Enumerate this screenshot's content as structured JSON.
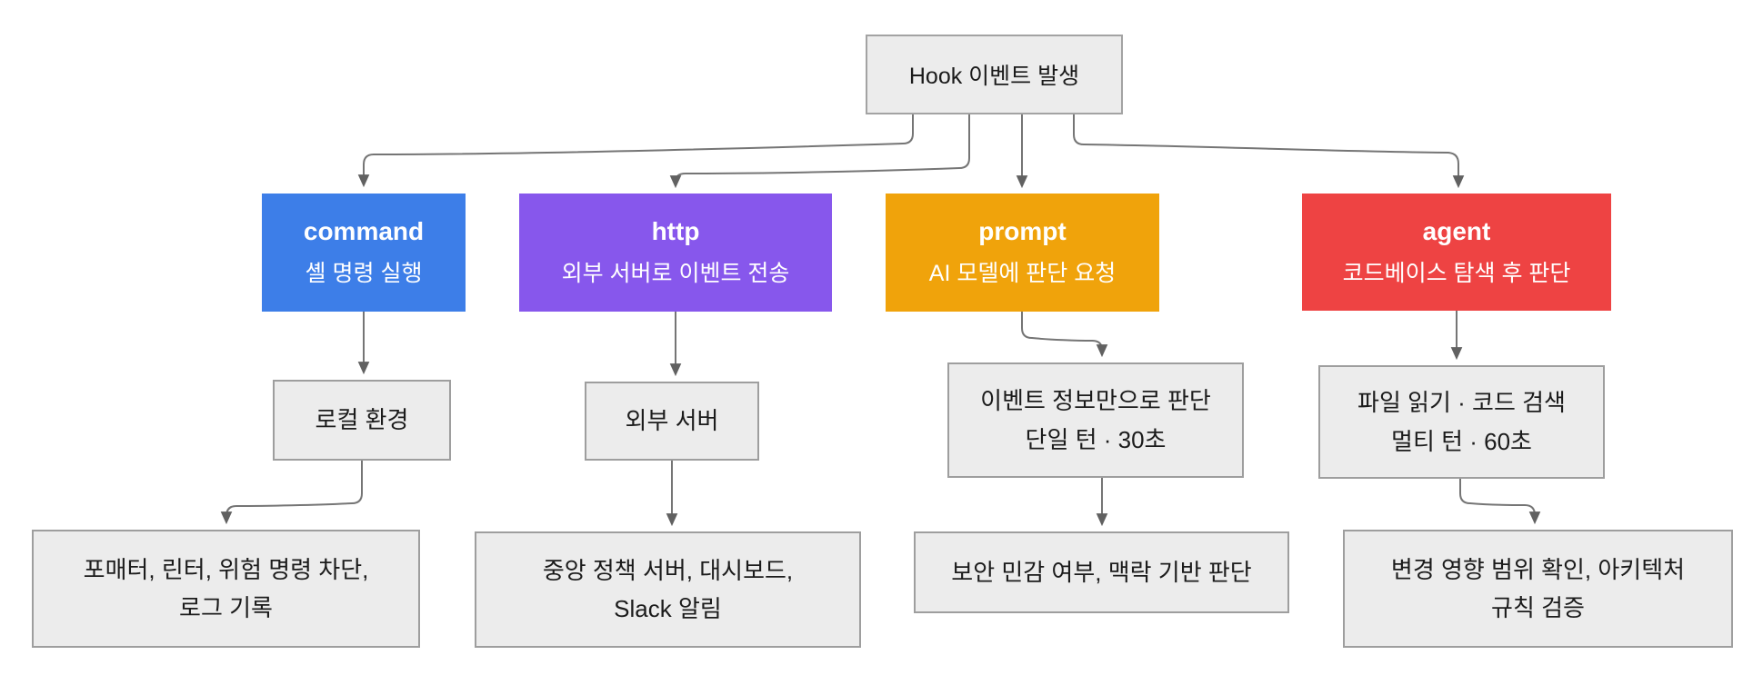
{
  "diagram": {
    "root": {
      "label": "Hook 이벤트 발생"
    },
    "types": {
      "command": {
        "title": "command",
        "subtitle": "셸 명령 실행",
        "color": "#3d7ee8"
      },
      "http": {
        "title": "http",
        "subtitle": "외부 서버로 이벤트 전송",
        "color": "#8757ec"
      },
      "prompt": {
        "title": "prompt",
        "subtitle": "AI 모델에 판단 요청",
        "color": "#f0a30b"
      },
      "agent": {
        "title": "agent",
        "subtitle": "코드베이스 탐색 후 판단",
        "color": "#ee4343"
      }
    },
    "environments": {
      "command": {
        "line1": "로컬 환경"
      },
      "http": {
        "line1": "외부 서버"
      },
      "prompt": {
        "line1": "이벤트 정보만으로 판단",
        "line2": "단일 턴 · 30초"
      },
      "agent": {
        "line1": "파일 읽기 · 코드 검색",
        "line2": "멀티 턴 · 60초"
      }
    },
    "outcomes": {
      "command": {
        "line1": "포매터, 린터, 위험 명령 차단,",
        "line2": "로그 기록"
      },
      "http": {
        "line1": "중앙 정책 서버, 대시보드,",
        "line2": "Slack 알림"
      },
      "prompt": {
        "line1": "보안 민감 여부, 맥락 기반 판단"
      },
      "agent": {
        "line1": "변경 영향 범위 확인, 아키텍처",
        "line2": "규칙 검증"
      }
    },
    "colors": {
      "edge": "#757575",
      "arrowhead": "#616161",
      "gray_node_fill": "#ececec",
      "gray_node_border": "#9e9e9e",
      "background": "#ffffff"
    }
  }
}
